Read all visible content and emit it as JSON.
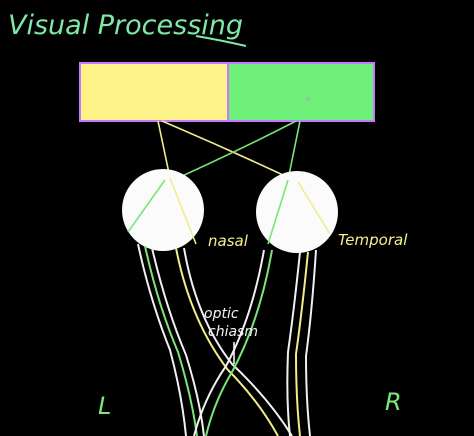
{
  "title": "Visual Processing",
  "labels": {
    "nasal": "nasal",
    "temporal": "Temporal",
    "optic_line1": "optic",
    "optic_line2": "chiasm",
    "left": "L",
    "right": "R"
  },
  "colors": {
    "background": "#000000",
    "title": "#7ee8a6",
    "left_field": "#fdf389",
    "right_field": "#6ef07a",
    "eye": "#fbfbfb",
    "nerve_white": "#f0f0f0",
    "nerve_yellow": "#f2ec8a",
    "nerve_green": "#7ae67a",
    "field_border": "#c878ff"
  }
}
